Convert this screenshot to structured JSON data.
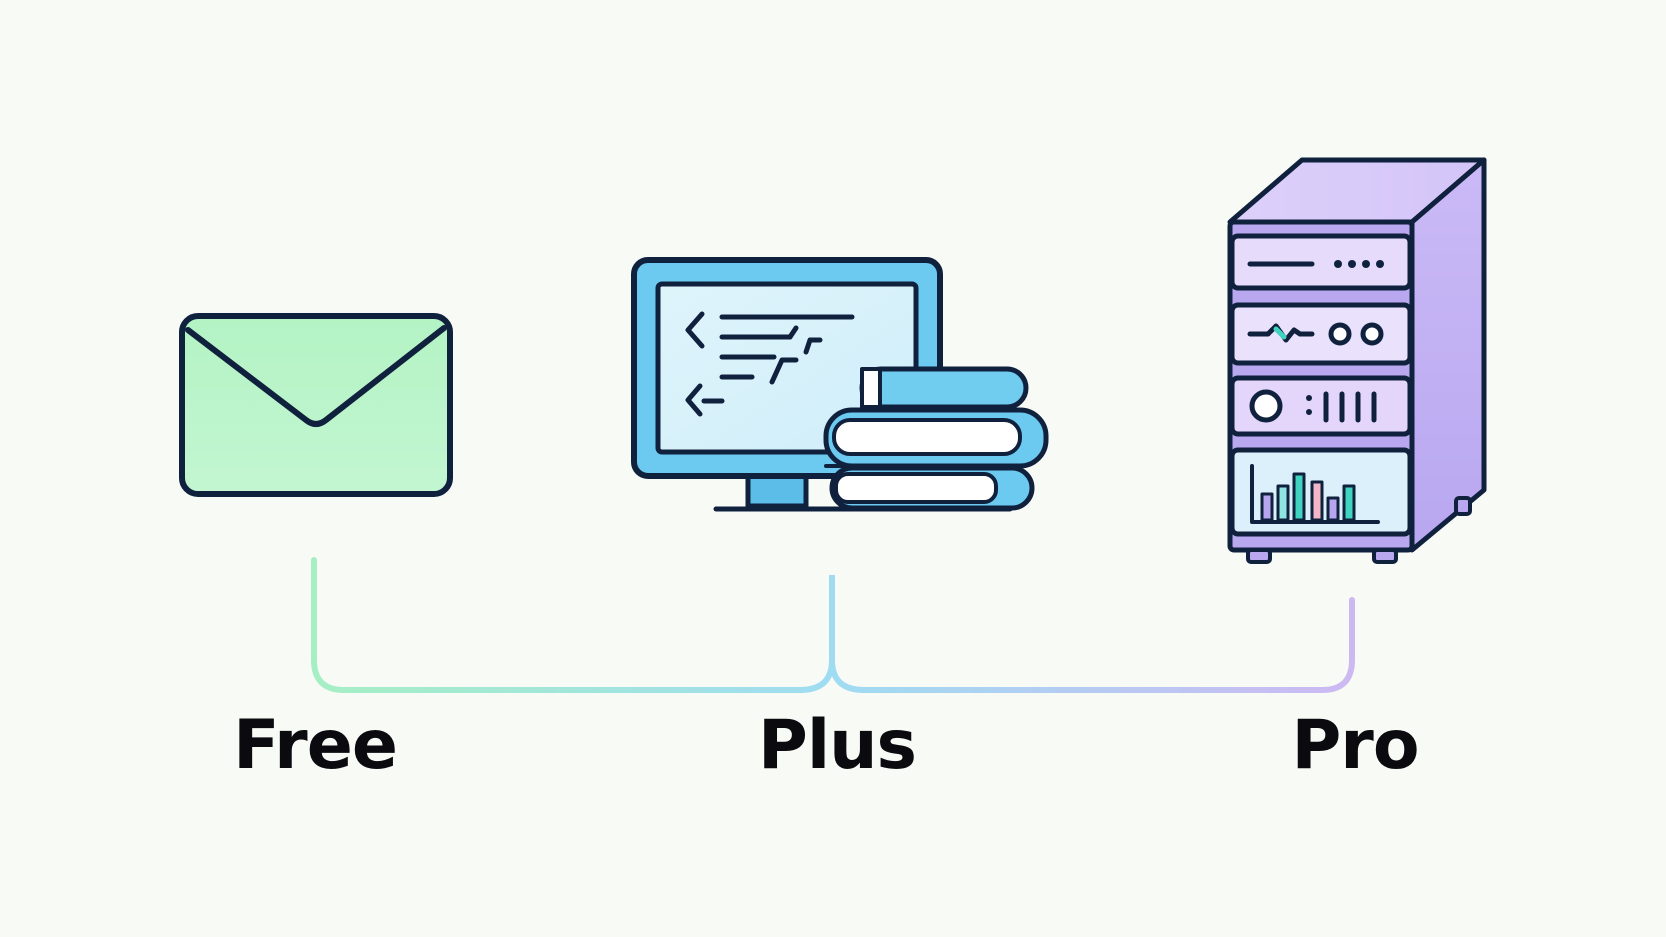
{
  "tiers": [
    {
      "label": "Free",
      "icon": "envelope-icon",
      "color": "#b9f5cb"
    },
    {
      "label": "Plus",
      "icon": "monitor-with-books-icon",
      "color": "#6cc9ef"
    },
    {
      "label": "Pro",
      "icon": "server-rack-icon",
      "color": "#c9b8f5"
    }
  ],
  "colors": {
    "background": "#f8faf6",
    "outline": "#10213e",
    "connector_start": "#a6efc4",
    "connector_mid": "#9fdcf2",
    "connector_end": "#cdb9f2",
    "label": "#0b0b0f"
  }
}
